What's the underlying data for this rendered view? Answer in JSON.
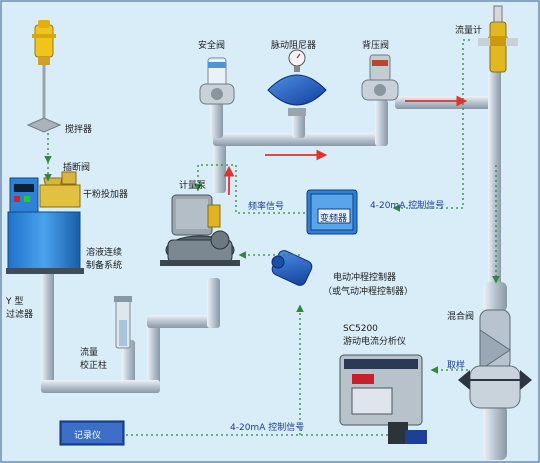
{
  "labels": {
    "stirrer": "搅拌器",
    "gate_valve": "插断阀",
    "dry_powder_feeder": "干粉投加器",
    "solution_system_1": "溶液连续",
    "solution_system_2": "制备系统",
    "y_strainer_1": "Y 型",
    "y_strainer_2": "过滤器",
    "flow_calib_1": "流量",
    "flow_calib_2": "校正柱",
    "recorder": "记录仪",
    "safety_valve": "安全阀",
    "pulsation_damper": "脉动阻尼器",
    "back_pressure_valve": "背压阀",
    "flow_meter": "流量计",
    "metering_pump": "计量泵",
    "frequency_signal": "频率信号",
    "inverter": "变频器",
    "control_signal_top": "4-20mA 控制信号",
    "stroke_controller_1": "电动冲程控制器",
    "stroke_controller_2": "（或气动冲程控制器）",
    "mixing_valve": "混合阀",
    "sampling": "取样",
    "analyzer_model": "SC5200",
    "analyzer_name": "游动电流分析仪",
    "control_signal_bottom": "4-20mA 控制信号"
  },
  "colors": {
    "background": "#d9edf8",
    "pipe": "#b9c6d2",
    "signal_line": "#2e8a3a",
    "flow_arrow": "#e0332b"
  }
}
